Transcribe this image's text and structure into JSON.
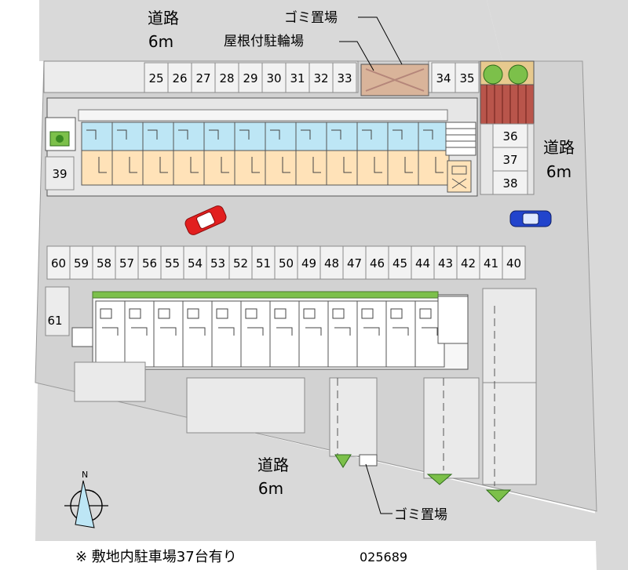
{
  "roads": {
    "top": {
      "name": "道路",
      "width": "6m"
    },
    "right": {
      "name": "道路",
      "width": "6m"
    },
    "bottom": {
      "name": "道路",
      "width": "6m"
    }
  },
  "callouts": {
    "garbage_top": "ゴミ置場",
    "bicycle": "屋根付駐輪場",
    "garbage_bottom": "ゴミ置場"
  },
  "parking": {
    "top_row": [
      "25",
      "26",
      "27",
      "28",
      "29",
      "30",
      "31",
      "32",
      "33"
    ],
    "top_right": [
      "34",
      "35"
    ],
    "right_col": [
      "36",
      "37",
      "38"
    ],
    "left": "39",
    "middle_row": [
      "60",
      "59",
      "58",
      "57",
      "56",
      "55",
      "54",
      "53",
      "52",
      "51",
      "50",
      "49",
      "48",
      "47",
      "46",
      "45",
      "44",
      "43",
      "42",
      "41",
      "40"
    ],
    "lower_left": "61"
  },
  "footer": {
    "note": "※ 敷地内駐車場37台有り",
    "code": "025689"
  },
  "colors": {
    "road": "#d9d9d9",
    "lot": "#d2d2d2",
    "building_upper": "#ffe2b8",
    "building_upper_window": "#bde6f5",
    "greenery": "#7cc04a",
    "bike_shed": "#d9b49a",
    "car_red": "#e21f1f",
    "car_blue": "#2244cc"
  },
  "icons": [
    "compass-icon",
    "car-icon"
  ]
}
